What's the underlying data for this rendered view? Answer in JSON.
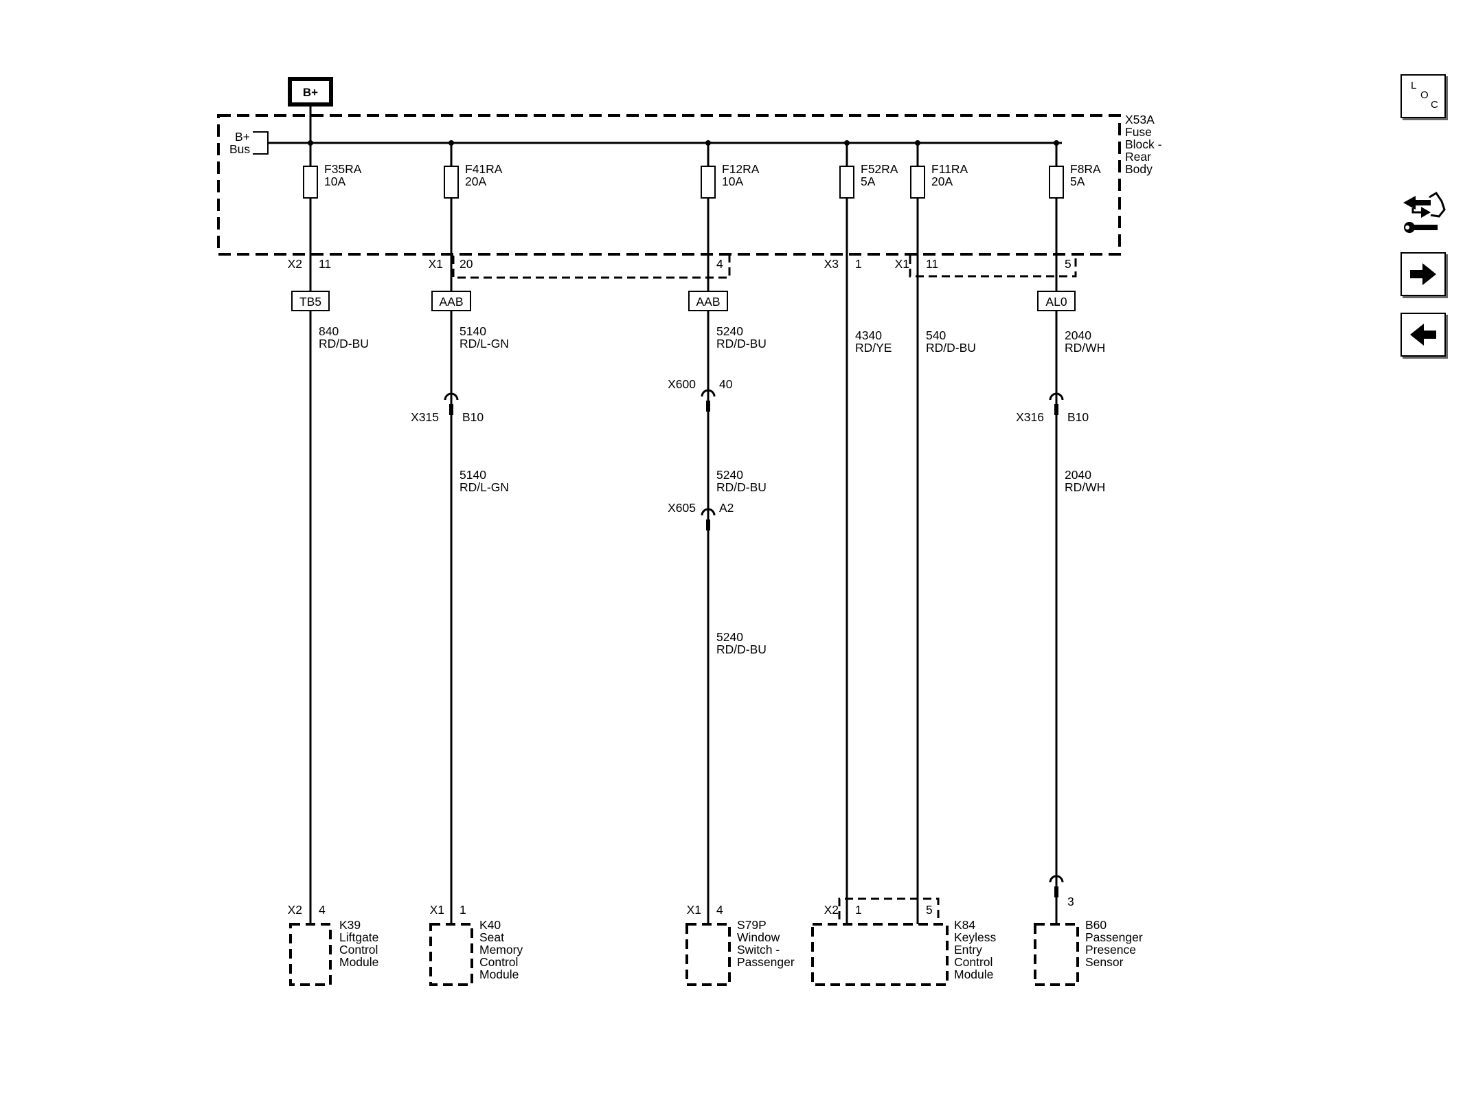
{
  "power": {
    "source": "B+",
    "bus_label_1": "B+",
    "bus_label_2": "Bus"
  },
  "fuse_block": {
    "id": "X53A",
    "name_lines": [
      "Fuse",
      "Block -",
      "Rear",
      "Body"
    ]
  },
  "circuits": [
    {
      "fuse": "F35RA",
      "rating": "10A",
      "out_conn": "X2",
      "out_pin": "11",
      "splice": "TB5",
      "wire1": "840",
      "color1": "RD/D-BU",
      "inline1": null,
      "wire2": null,
      "color2": null,
      "inline2": null,
      "wire3": null,
      "color3": null,
      "dest_conn": "X2",
      "dest_pin": "4",
      "module_id": "K39",
      "module_lines": [
        "Liftgate",
        "Control",
        "Module"
      ]
    },
    {
      "fuse": "F41RA",
      "rating": "20A",
      "out_conn": "X1",
      "out_pin": "20",
      "splice": "AAB",
      "wire1": "5140",
      "color1": "RD/L-GN",
      "inline1": {
        "conn": "X315",
        "pin": "B10"
      },
      "wire2": "5140",
      "color2": "RD/L-GN",
      "inline2": null,
      "wire3": null,
      "color3": null,
      "dest_conn": "X1",
      "dest_pin": "1",
      "module_id": "K40",
      "module_lines": [
        "Seat",
        "Memory",
        "Control",
        "Module"
      ]
    },
    {
      "fuse": "F12RA",
      "rating": "10A",
      "out_conn": "",
      "out_pin": "4",
      "splice": "AAB",
      "wire1": "5240",
      "color1": "RD/D-BU",
      "inline1": {
        "conn": "X600",
        "pin": "40"
      },
      "wire2": "5240",
      "color2": "RD/D-BU",
      "inline2": {
        "conn": "X605",
        "pin": "A2"
      },
      "wire3": "5240",
      "color3": "RD/D-BU",
      "dest_conn": "X1",
      "dest_pin": "4",
      "module_id": "S79P",
      "module_lines": [
        "Window",
        "Switch -",
        "Passenger"
      ]
    },
    {
      "fuse": "F52RA",
      "rating": "5A",
      "out_conn": "X3",
      "out_pin": "1",
      "splice": null,
      "wire1": "4340",
      "color1": "RD/YE",
      "inline1": null,
      "wire2": null,
      "color2": null,
      "inline2": null,
      "wire3": null,
      "color3": null,
      "dest_conn": "X2",
      "dest_pin": "1",
      "module_id": "K84",
      "module_lines": [
        "Keyless",
        "Entry",
        "Control",
        "Module"
      ]
    },
    {
      "fuse": "F11RA",
      "rating": "20A",
      "out_conn": "X1",
      "out_pin": "11",
      "splice": null,
      "wire1": "540",
      "color1": "RD/D-BU",
      "inline1": null,
      "wire2": null,
      "color2": null,
      "inline2": null,
      "wire3": null,
      "color3": null,
      "dest_conn": "",
      "dest_pin": "5",
      "module_id": "",
      "module_lines": []
    },
    {
      "fuse": "F8RA",
      "rating": "5A",
      "out_conn": "",
      "out_pin": "5",
      "splice": "AL0",
      "wire1": "2040",
      "color1": "RD/WH",
      "inline1": {
        "conn": "X316",
        "pin": "B10"
      },
      "wire2": "2040",
      "color2": "RD/WH",
      "inline2": null,
      "wire3": null,
      "color3": null,
      "dest_conn": "",
      "dest_pin": "3",
      "module_id": "B60",
      "module_lines": [
        "Passenger",
        "Presence",
        "Sensor"
      ]
    }
  ],
  "nav": {
    "loc_letters": [
      "L",
      "O",
      "C"
    ],
    "icons": [
      "loc-icon",
      "diagnostic-info-icon",
      "next-page-arrow-icon",
      "previous-page-arrow-icon"
    ]
  }
}
